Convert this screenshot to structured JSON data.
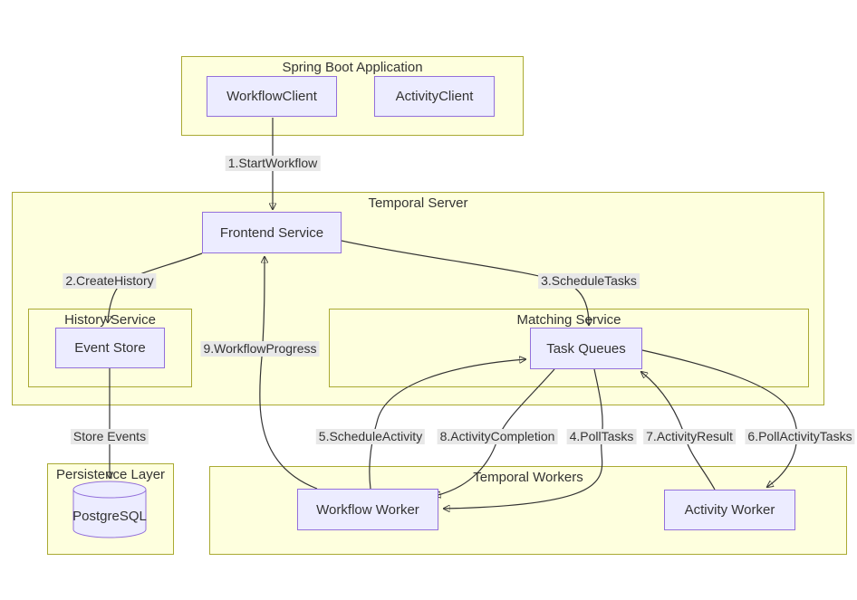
{
  "diagram": {
    "groups": {
      "spring_boot": {
        "title": "Spring Boot Application"
      },
      "temporal_server": {
        "title": "Temporal Server"
      },
      "history_service": {
        "title": "History Service"
      },
      "matching_service": {
        "title": "Matching Service"
      },
      "persistence_layer": {
        "title": "Persistence Layer"
      },
      "temporal_workers": {
        "title": "Temporal Workers"
      }
    },
    "nodes": {
      "workflow_client": "WorkflowClient",
      "activity_client": "ActivityClient",
      "frontend_service": "Frontend Service",
      "event_store": "Event Store",
      "task_queues": "Task Queues",
      "postgresql": "PostgreSQL",
      "workflow_worker": "Workflow Worker",
      "activity_worker": "Activity Worker"
    },
    "edge_labels": {
      "start_workflow": "1.StartWorkflow",
      "create_history": "2.CreateHistory",
      "schedule_tasks": "3.ScheduleTasks",
      "poll_tasks": "4.PollTasks",
      "schedule_activity": "5.ScheduleActivity",
      "poll_activity_tasks": "6.PollActivityTasks",
      "activity_result": "7.ActivityResult",
      "activity_completion": "8.ActivityCompletion",
      "workflow_progress": "9.WorkflowProgress",
      "store_events": "Store Events"
    },
    "colors": {
      "cluster_fill": "#feffde",
      "cluster_border": "#aaaa33",
      "node_fill": "#ececff",
      "node_border": "#9370db",
      "edge_color": "#333333",
      "edge_label_bg": "#e8e8e8",
      "text_color": "#333333"
    }
  }
}
